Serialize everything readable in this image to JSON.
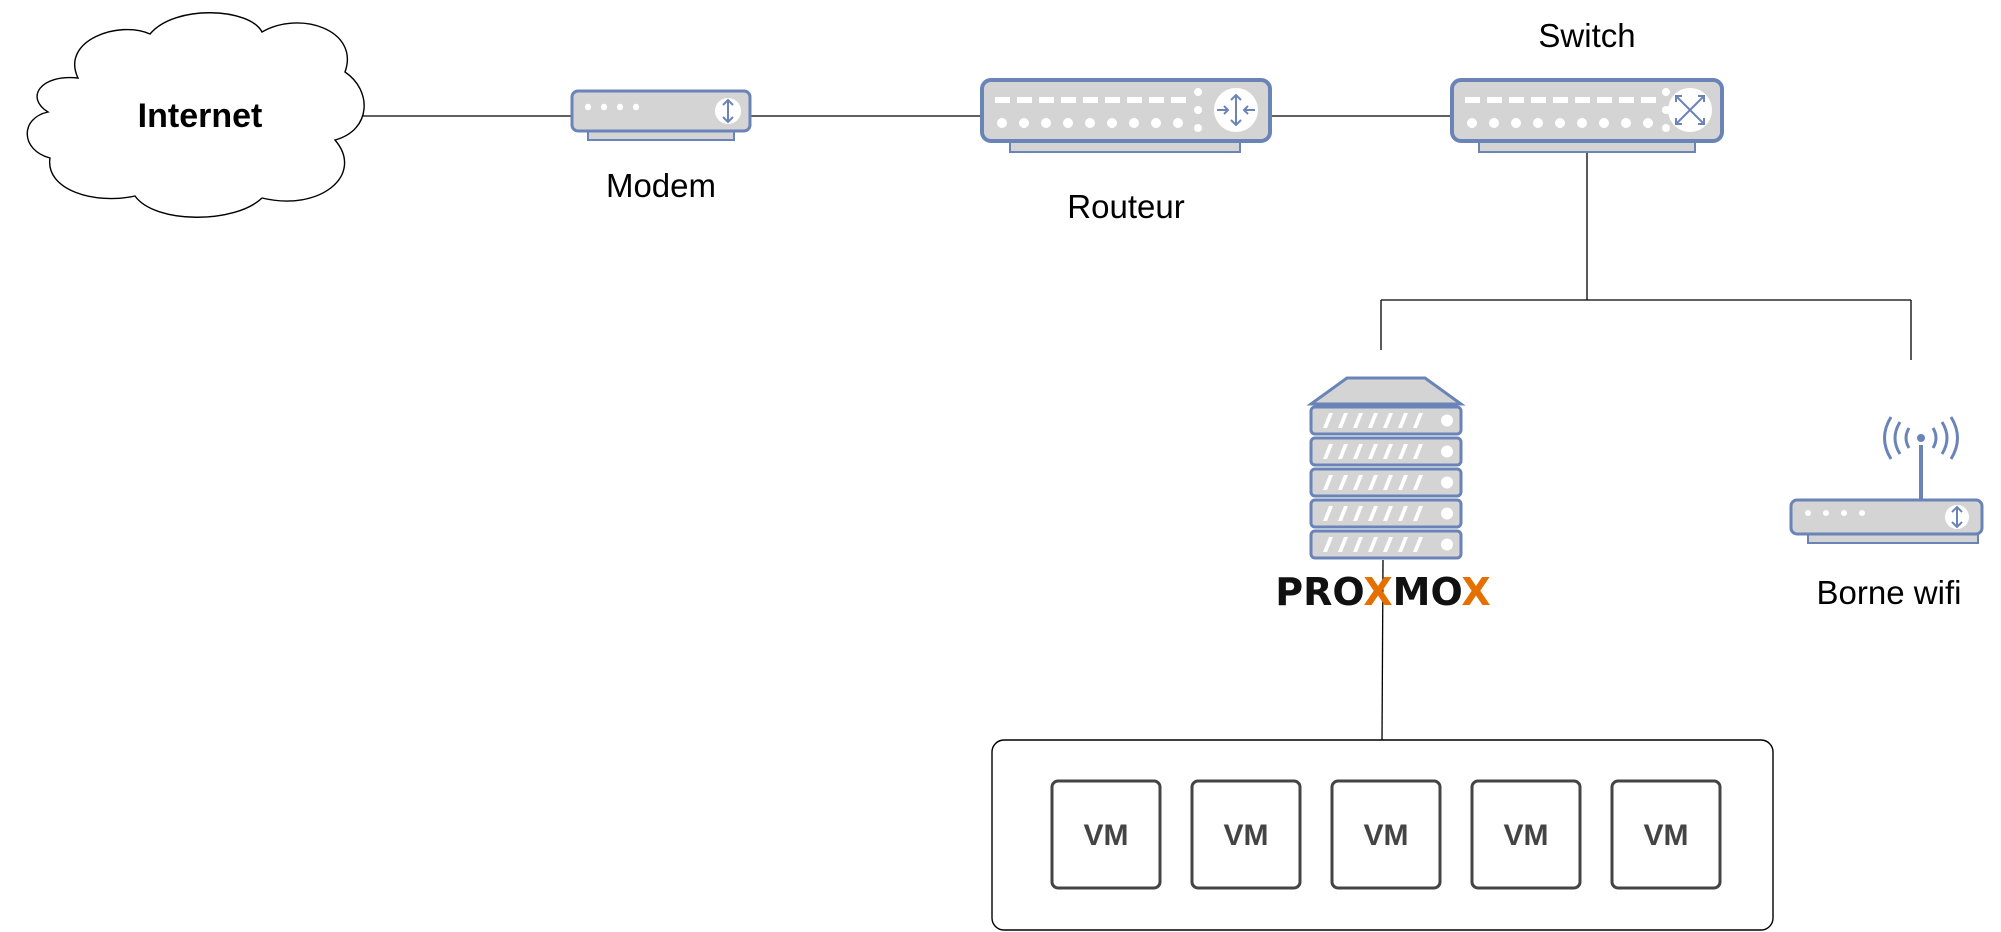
{
  "nodes": {
    "internet": "Internet",
    "modem": "Modem",
    "router": "Routeur",
    "switch": "Switch",
    "wifi": "Borne wifi",
    "hypervisor_logo": {
      "part1": "PRO",
      "part2": "X",
      "part3": "MO",
      "part4": "X"
    }
  },
  "vm_group": {
    "vms": [
      "VM",
      "VM",
      "VM",
      "VM",
      "VM"
    ]
  },
  "colors": {
    "device_fill": "#d4d4d4",
    "device_stroke": "#6b84b8",
    "logo_dark": "#111111",
    "logo_accent": "#e57000"
  },
  "icons": [
    "cloud-icon",
    "modem-icon",
    "router-icon",
    "switch-icon",
    "server-icon",
    "wifi-access-point-icon"
  ]
}
